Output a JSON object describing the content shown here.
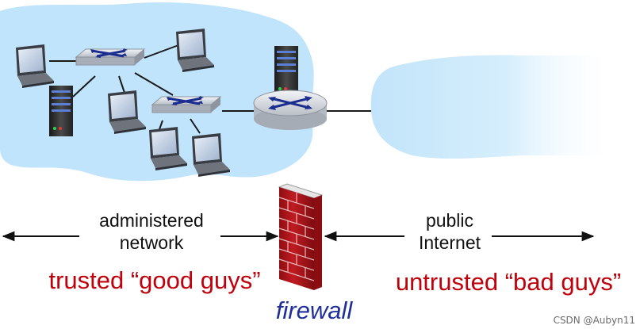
{
  "labels": {
    "left_zone": "administered network",
    "left_zone_line1": "administered",
    "left_zone_line2": "network",
    "right_zone_line1": "public",
    "right_zone_line2": "Internet",
    "trusted": "trusted “good guys”",
    "untrusted": "untrusted “bad guys”",
    "firewall": "firewall"
  },
  "watermark": "CSDN @Aubyn11",
  "icons": [
    "laptop-icon",
    "switch-icon",
    "server-icon",
    "router-icon",
    "firewall-brick-wall-icon",
    "cloud-icon"
  ],
  "colors": {
    "network_cloud": "#bfe4fb",
    "internet_cloud": "#bfe2f8",
    "trusted_text": "#c0000b",
    "firewall_text": "#1f2f9a",
    "brick": "#b3141b"
  }
}
